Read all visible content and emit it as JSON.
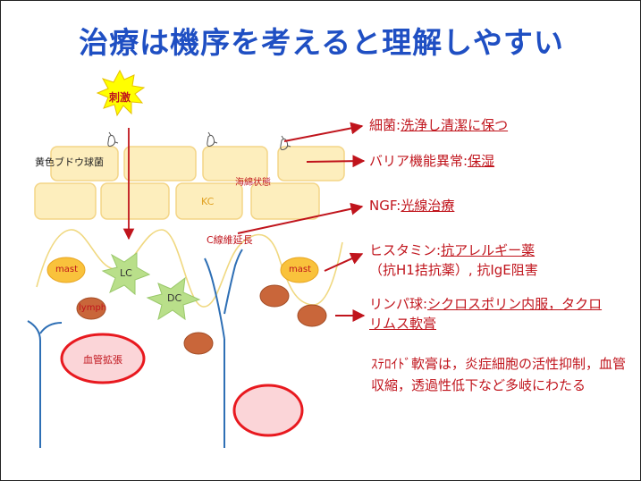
{
  "title": "治療は機序を考えると理解しやすい",
  "labels": {
    "stimulus": "刺激",
    "bacteria_cell": "黄色ブドウ球菌",
    "spongiosis": "海綿状態",
    "kc": "KC",
    "nerve": "C線維延長",
    "mast1": "mast",
    "mast2": "mast",
    "lc": "LC",
    "dc": "DC",
    "lymph": "lymph",
    "vasodilation": "血管拡張"
  },
  "treatments": [
    {
      "head": "細菌:",
      "body": "洗浄し清潔に保つ",
      "body2": ""
    },
    {
      "head": "バリア機能異常:",
      "body": "保湿",
      "body2": ""
    },
    {
      "head": "NGF:",
      "body": "光線治療",
      "body2": ""
    },
    {
      "head": "ヒスタミン:",
      "body": "抗アレルギー薬",
      "body2": "（抗H1拮抗薬）, 抗IgE阻害"
    },
    {
      "head": "リンパ球:",
      "body": "シクロスポリン内服，タクロ",
      "body2": "リムス軟膏"
    }
  ],
  "steroid_note": "ｽﾃﾛｲﾄﾞ軟膏は，炎症細胞の活性抑制，血管収縮，透過性低下など多岐にわたる",
  "colors": {
    "title": "#1f4fc3",
    "accent_red": "#c0141c",
    "keratinocyte_fill": "#fde9a8",
    "keratinocyte_stroke": "#f0c860",
    "mast_fill": "#f9c23c",
    "lymph_fill": "#c9663a",
    "langerhans_fill": "#b9df8a",
    "vessel_stroke": "#e8191f",
    "vessel_fill": "#fbd5d8",
    "nerve_stroke": "#2e6fb5",
    "starburst_fill": "#ffff00"
  }
}
